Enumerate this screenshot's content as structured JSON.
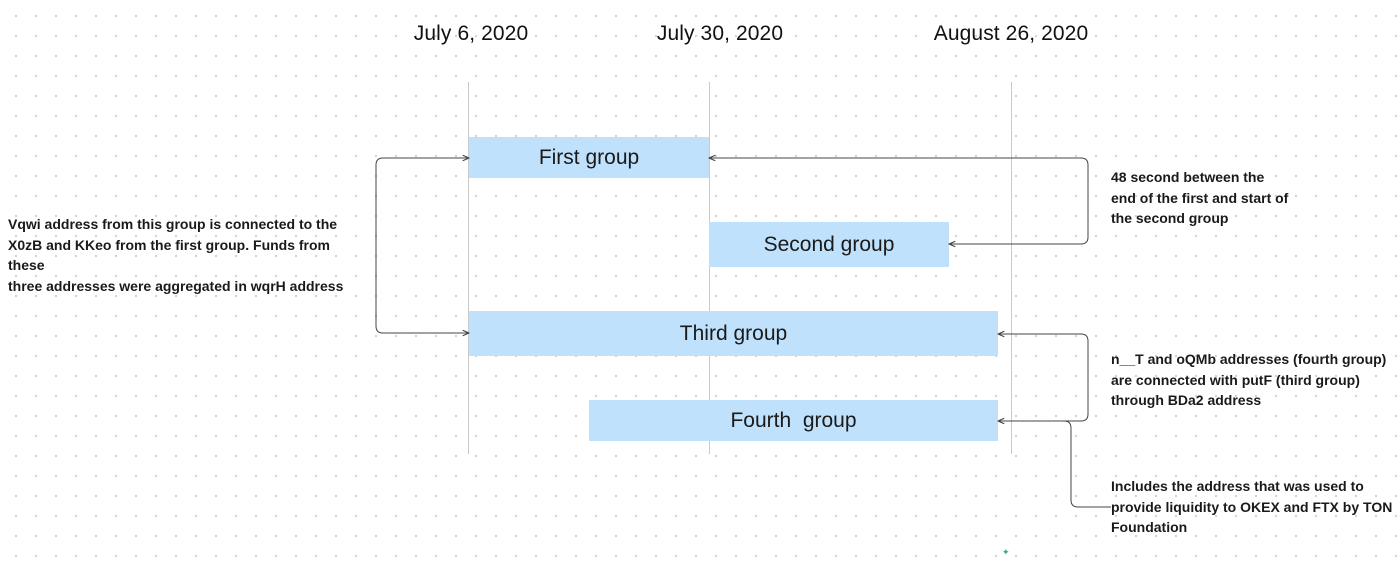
{
  "timeline": {
    "dates": [
      "July 6, 2020",
      "July 30, 2020",
      "August 26, 2020"
    ]
  },
  "groups": [
    {
      "label": "First group"
    },
    {
      "label": "Second group"
    },
    {
      "label": "Third group"
    },
    {
      "label": "Fourth  group"
    }
  ],
  "annotations": {
    "left_note": [
      "Vqwi address from this group is connected to the",
      "X0zB and KKeo from the first group. Funds from these",
      "three addresses were aggregated in wqrH address"
    ],
    "gap_note": [
      "48 second between the",
      "end of the first and start of",
      "the second group"
    ],
    "fourth_group_note": [
      "n__T and oQMb addresses (fourth group)",
      "are connected with putF (third group)",
      "through BDa2 address"
    ],
    "liquidity_note": [
      "Includes the address that was used to",
      "provide liquidity to OKEX and FTX by TON",
      "Foundation"
    ]
  },
  "colors": {
    "bar_fill": "#bfe1fb",
    "gridline": "#c9c9c9",
    "connector": "#444444",
    "canvas_dot": "#cfcfcf"
  }
}
